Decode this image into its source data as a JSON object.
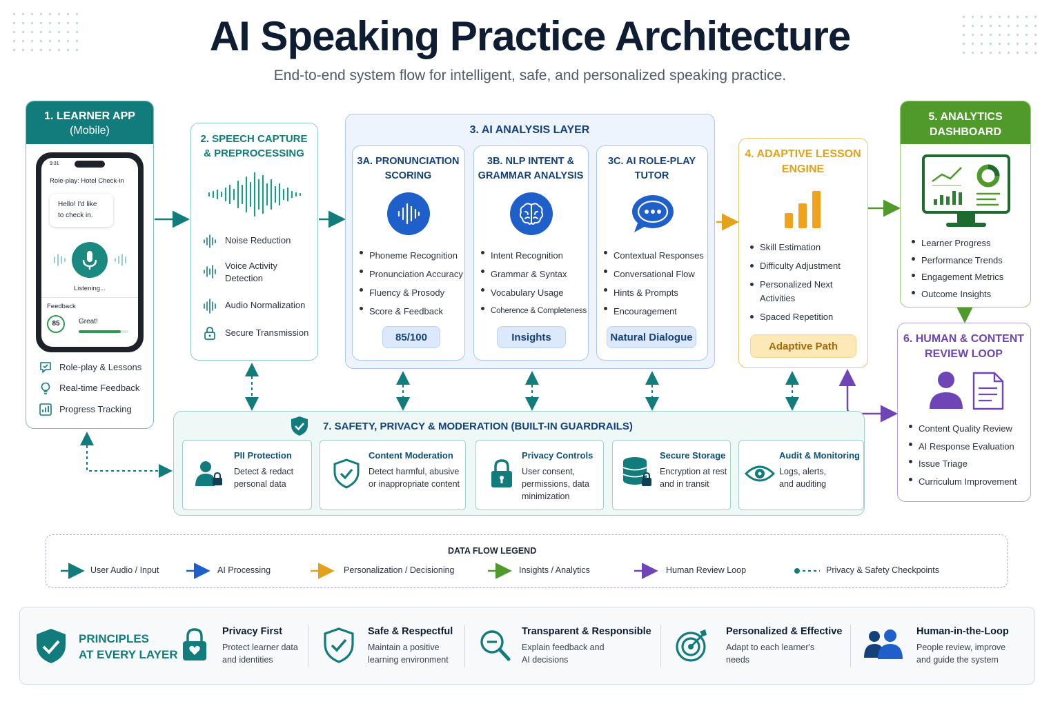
{
  "title": "AI Speaking Practice Architecture",
  "subtitle": "End-to-end system flow for intelligent, safe, and personalized speaking practice.",
  "colors": {
    "teal": "#127c7c",
    "blue": "#1e5fc9",
    "orange": "#e3a21c",
    "green": "#4f9a2b",
    "purple": "#6f45b5",
    "ink": "#0f1d33"
  },
  "learner": {
    "title_line1": "1. LEARNER APP",
    "title_line2": "(Mobile)",
    "phone": {
      "time": "9:31",
      "header": "Role-play: Hotel Check-in",
      "bubble_line1": "Hello! I'd like",
      "bubble_line2": "to check in.",
      "status": "Listening...",
      "feedback_label": "Feedback",
      "score": "85",
      "feedback_text": "Great!",
      "score_fraction": 0.85
    },
    "features": [
      "Role-play & Lessons",
      "Real-time Feedback",
      "Progress Tracking"
    ]
  },
  "speech": {
    "title_line1": "2. SPEECH CAPTURE",
    "title_line2": "& PREPROCESSING",
    "items": [
      {
        "line1": "Noise Reduction",
        "line2": ""
      },
      {
        "line1": "Voice Activity",
        "line2": "Detection"
      },
      {
        "line1": "Audio Normalization",
        "line2": ""
      },
      {
        "line1": "Secure Transmission",
        "line2": ""
      }
    ]
  },
  "analysis": {
    "title": "3. AI ANALYSIS LAYER",
    "pron": {
      "title_line1": "3A. PRONUNCIATION",
      "title_line2": "SCORING",
      "items": [
        "Phoneme Recognition",
        "Pronunciation Accuracy",
        "Fluency & Prosody",
        "Score & Feedback"
      ],
      "pill": "85/100"
    },
    "nlp": {
      "title_line1": "3B. NLP INTENT &",
      "title_line2": "GRAMMAR ANALYSIS",
      "items": [
        "Intent Recognition",
        "Grammar & Syntax",
        "Vocabulary Usage",
        "Coherence & Completeness"
      ],
      "pill": "Insights"
    },
    "tutor": {
      "title_line1": "3C. AI ROLE-PLAY",
      "title_line2": "TUTOR",
      "items": [
        "Contextual Responses",
        "Conversational Flow",
        "Hints & Prompts",
        "Encouragement"
      ],
      "pill": "Natural Dialogue"
    }
  },
  "adaptive": {
    "title_line1": "4. ADAPTIVE LESSON",
    "title_line2": "ENGINE",
    "items": [
      {
        "line1": "Skill Estimation",
        "line2": ""
      },
      {
        "line1": "Difficulty Adjustment",
        "line2": ""
      },
      {
        "line1": "Personalized Next",
        "line2": "Activities"
      },
      {
        "line1": "Spaced Repetition",
        "line2": ""
      }
    ],
    "pill": "Adaptive Path"
  },
  "analytics": {
    "title_line1": "5. ANALYTICS",
    "title_line2": "DASHBOARD",
    "items": [
      "Learner Progress",
      "Performance Trends",
      "Engagement Metrics",
      "Outcome Insights"
    ]
  },
  "human": {
    "title_line1": "6. HUMAN & CONTENT",
    "title_line2": "REVIEW LOOP",
    "items": [
      "Content Quality Review",
      "AI Response Evaluation",
      "Issue Triage",
      "Curriculum Improvement"
    ]
  },
  "safety": {
    "title": "7. SAFETY, PRIVACY & MODERATION (BUILT-IN GUARDRAILS)",
    "items": [
      {
        "title": "PII Protection",
        "line1": "Detect & redact",
        "line2": "personal data",
        "line3": ""
      },
      {
        "title": "Content Moderation",
        "line1": "Detect harmful, abusive",
        "line2": "or inappropriate content",
        "line3": ""
      },
      {
        "title": "Privacy Controls",
        "line1": "User consent,",
        "line2": "permissions, data",
        "line3": "minimization"
      },
      {
        "title": "Secure Storage",
        "line1": "Encryption at rest",
        "line2": "and in transit",
        "line3": ""
      },
      {
        "title": "Audit & Monitoring",
        "line1": "Logs, alerts,",
        "line2": "and auditing",
        "line3": ""
      }
    ]
  },
  "legend": {
    "title": "DATA FLOW LEGEND",
    "items": [
      "User Audio / Input",
      "AI Processing",
      "Personalization / Decisioning",
      "Insights / Analytics",
      "Human Review Loop",
      "Privacy & Safety Checkpoints"
    ]
  },
  "principles": {
    "title_line1": "PRINCIPLES",
    "title_line2": "AT EVERY LAYER",
    "items": [
      {
        "title": "Privacy First",
        "line1": "Protect learner data",
        "line2": "and identities"
      },
      {
        "title": "Safe & Respectful",
        "line1": "Maintain a positive",
        "line2": "learning environment"
      },
      {
        "title": "Transparent & Responsible",
        "line1": "Explain feedback and",
        "line2": "AI decisions"
      },
      {
        "title": "Personalized & Effective",
        "line1": "Adapt to each learner's",
        "line2": "needs"
      },
      {
        "title": "Human-in-the-Loop",
        "line1": "People review, improve",
        "line2": "and guide the system"
      }
    ]
  }
}
